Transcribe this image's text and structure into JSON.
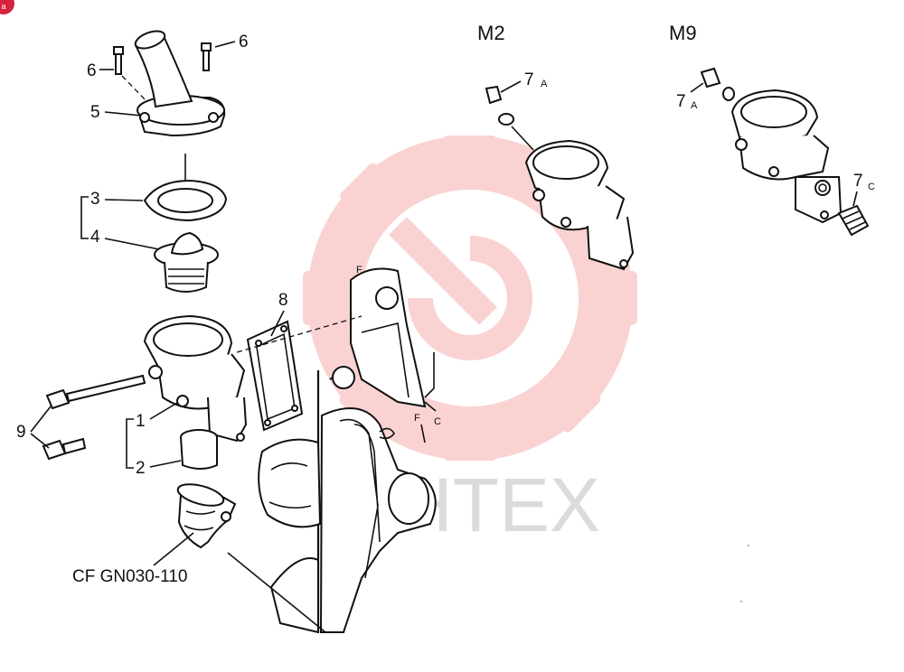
{
  "colors": {
    "watermark": "#f28a8a",
    "badge": "#d6223f",
    "ink": "#111111"
  },
  "badge": {
    "text": "a"
  },
  "watermark": {
    "text": "MHTEX"
  },
  "variants": [
    {
      "label": "M2"
    },
    {
      "label": "M9"
    }
  ],
  "callouts": {
    "c1": "1",
    "c2": "2",
    "c3": "3",
    "c4": "4",
    "c5": "5",
    "c6a": "6",
    "c6b": "6",
    "c7a_m2": "7",
    "c7a_m2_sub": "A",
    "c7a_m9": "7",
    "c7a_m9_sub": "A",
    "c7c_m9": "7",
    "c7c_m9_sub": "C",
    "c8": "8",
    "c9": "9"
  },
  "part_ref": "CF GN030-110",
  "marks": {
    "f_top": "F",
    "f_mid": "F",
    "c_right": "C"
  }
}
